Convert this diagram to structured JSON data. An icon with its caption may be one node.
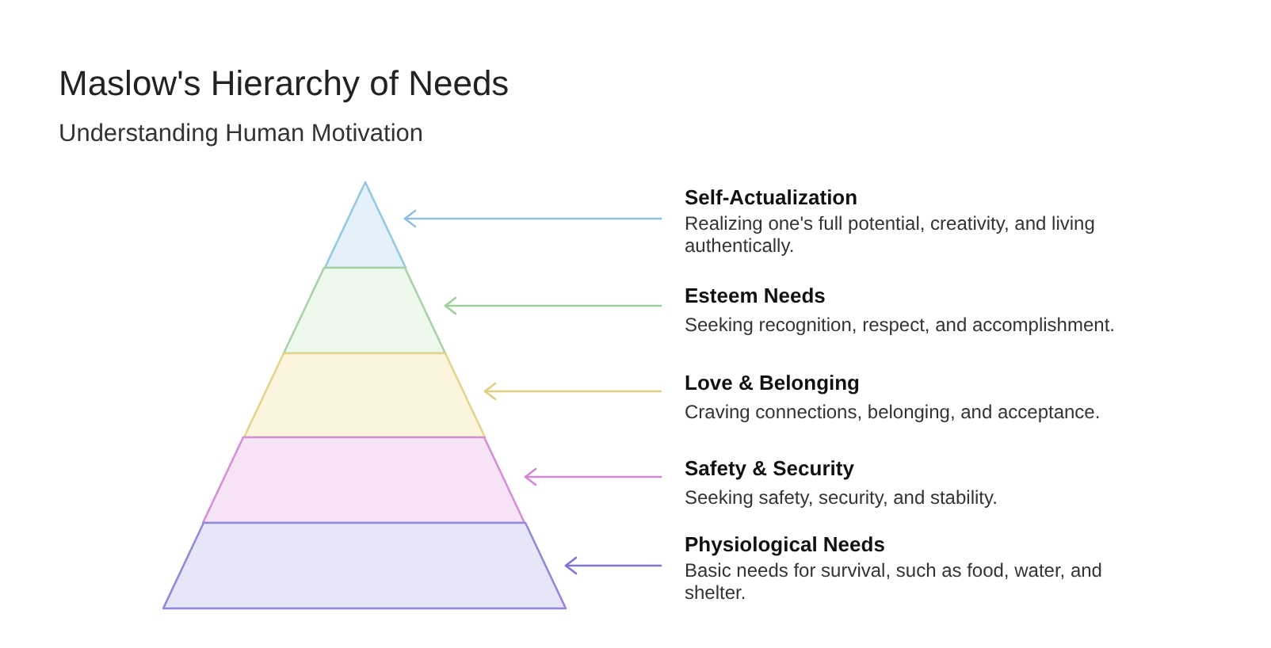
{
  "diagram": {
    "title": "Maslow's Hierarchy of Needs",
    "nodes": [
      {
        "text": [],
        "shape": "triangle"
      },
      {
        "text": [],
        "shape": "trapezoid"
      },
      {
        "text": [],
        "shape": "trapezoid"
      },
      {
        "text": [],
        "shape": "trapezoid"
      },
      {
        "text": [],
        "shape": "trapezoid"
      },
      {
        "text": [
          "Self-Actualization",
          "Realizing one's full potential, creativity, and living authentically."
        ]
      },
      {
        "text": [
          "Esteem Needs",
          "Seeking recognition, respect, and accomplishment."
        ]
      },
      {
        "text": [
          "Love & Belonging",
          "Craving connections, belonging, and acceptance."
        ]
      },
      {
        "text": [
          "Safety & Security",
          "Seeking safety, security, and stability."
        ]
      },
      {
        "text": [
          "Physiological Needs",
          "Basic needs for survival, such as food, water, and shelter."
        ]
      }
    ],
    "edges": [
      {
        "from": 5,
        "to": 0,
        "arrow": "to",
        "color": "#8fc1e2"
      },
      {
        "from": 6,
        "to": 1,
        "arrow": "to",
        "color": "#9ccf9c"
      },
      {
        "from": 7,
        "to": 2,
        "arrow": "to",
        "color": "#e0cf80"
      },
      {
        "from": 8,
        "to": 3,
        "arrow": "to",
        "color": "#d385d6"
      },
      {
        "from": 9,
        "to": 4,
        "arrow": "to",
        "color": "#7d74cf"
      }
    ],
    "labels": [
      "Understanding Human Motivation"
    ]
  }
}
